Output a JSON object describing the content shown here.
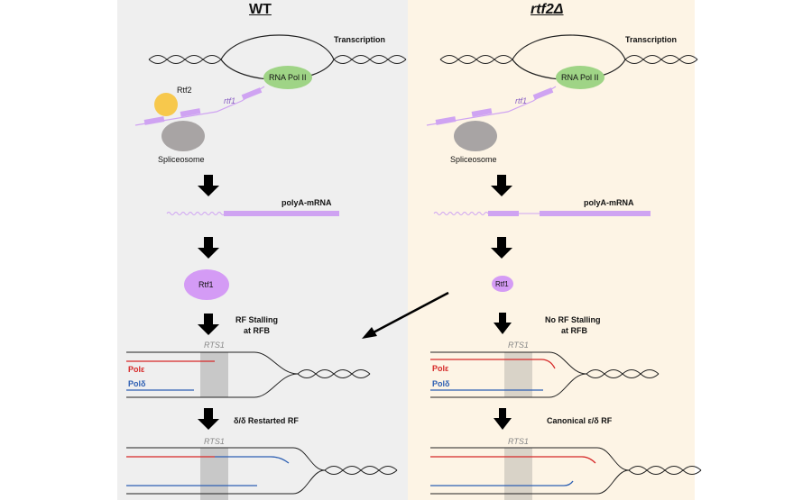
{
  "wt": {
    "heading": "WT",
    "transcription": "Transcription",
    "rna_pol": "RNA Pol II",
    "rtf2": "Rtf2",
    "rtf1_gene": "rtf1",
    "spliceosome": "Spliceosome",
    "mrna": "polyA-mRNA",
    "protein": "Rtf1",
    "stall_line1": "RF Stalling",
    "stall_line2": "at RFB",
    "rts1_a": "RTS1",
    "pol_e": "Polε",
    "pol_d": "Polδ",
    "restart": "δ/δ Restarted RF",
    "rts1_b": "RTS1"
  },
  "mut": {
    "heading": "rtf2Δ",
    "transcription": "Transcription",
    "rna_pol": "RNA Pol II",
    "rtf1_gene": "rtf1",
    "spliceosome": "Spliceosome",
    "mrna": "polyA-mRNA",
    "protein": "Rtf1",
    "stall_line1": "No RF Stalling",
    "stall_line2": "at RFB",
    "rts1_a": "RTS1",
    "pol_e": "Polε",
    "pol_d": "Polδ",
    "canonical": "Canonical ε/δ RF",
    "rts1_b": "RTS1"
  },
  "colors": {
    "panel_wt": "#efefef",
    "panel_mut": "#fdf4e5",
    "rna_pol": "#9fd486",
    "rtf2": "#f7c84c",
    "spliceosome": "#a8a4a4",
    "mrna": "#cfa3f2",
    "rtf1_protein": "#d49bf5",
    "pol_e": "#d62828",
    "pol_d": "#2d5fb3",
    "rts1_box": "#c8c8c8"
  }
}
